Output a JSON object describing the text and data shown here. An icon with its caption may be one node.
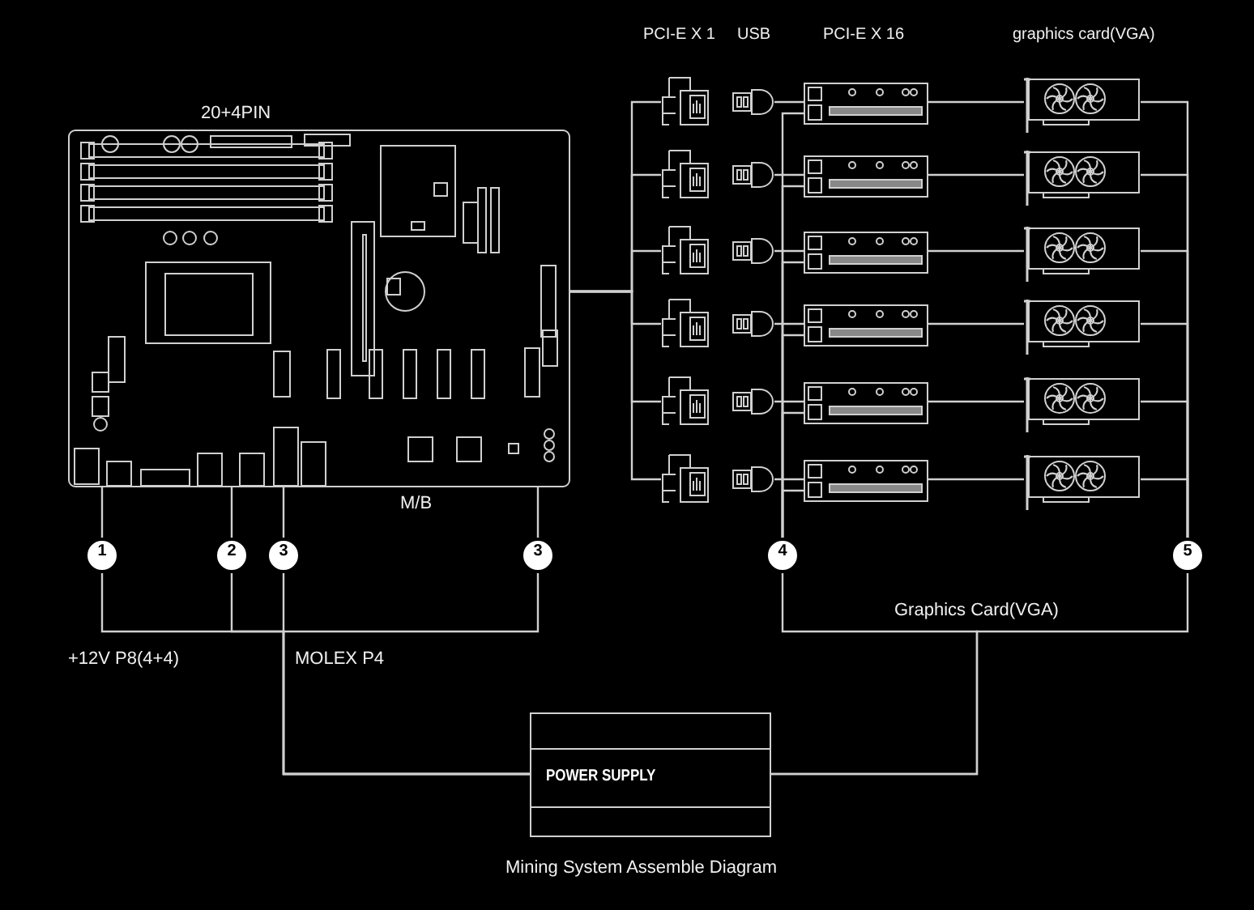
{
  "diagram": {
    "caption": "Mining System Assemble Diagram",
    "nodes": [
      {
        "text": [
          "M/B"
        ],
        "beside": [
          "20+4PIN"
        ]
      },
      {
        "text": [],
        "shape": "picture"
      },
      {
        "text": [],
        "shape": "picture"
      },
      {
        "text": [],
        "shape": "picture"
      },
      {
        "text": [],
        "shape": "picture"
      },
      {
        "text": [],
        "shape": "picture"
      },
      {
        "text": [],
        "shape": "picture"
      },
      {
        "text": [],
        "shape": "picture"
      },
      {
        "text": [],
        "shape": "picture"
      },
      {
        "text": [],
        "shape": "picture"
      },
      {
        "text": [],
        "shape": "picture"
      },
      {
        "text": [],
        "shape": "picture"
      },
      {
        "text": [],
        "shape": "picture"
      },
      {
        "text": [],
        "shape": "picture"
      },
      {
        "text": [],
        "shape": "picture"
      },
      {
        "text": [],
        "shape": "picture"
      },
      {
        "text": [],
        "shape": "picture"
      },
      {
        "text": [],
        "shape": "picture"
      },
      {
        "text": [],
        "shape": "picture"
      },
      {
        "text": [],
        "shape": "picture"
      },
      {
        "text": [],
        "shape": "picture"
      },
      {
        "text": [],
        "shape": "picture"
      },
      {
        "text": [],
        "shape": "picture"
      },
      {
        "text": [],
        "shape": "picture"
      },
      {
        "text": [],
        "shape": "picture"
      },
      {
        "text": [
          "1"
        ]
      },
      {
        "text": [
          "2"
        ]
      },
      {
        "text": [
          "3"
        ]
      },
      {
        "text": [
          "3"
        ]
      },
      {
        "text": [
          "4"
        ]
      },
      {
        "text": [
          "5"
        ]
      },
      {
        "text": [
          "POWER SUPPLY"
        ]
      }
    ],
    "edges": [
      {
        "from": 0,
        "to": 1,
        "arrow": "none"
      },
      {
        "from": 0,
        "to": 2,
        "arrow": "none"
      },
      {
        "from": 0,
        "to": 3,
        "arrow": "none"
      },
      {
        "from": 0,
        "to": 4,
        "arrow": "none"
      },
      {
        "from": 0,
        "to": 5,
        "arrow": "none"
      },
      {
        "from": 0,
        "to": 6,
        "arrow": "none"
      },
      {
        "from": 7,
        "to": 13,
        "arrow": "none"
      },
      {
        "from": 8,
        "to": 14,
        "arrow": "none"
      },
      {
        "from": 9,
        "to": 15,
        "arrow": "none"
      },
      {
        "from": 10,
        "to": 16,
        "arrow": "none"
      },
      {
        "from": 11,
        "to": 17,
        "arrow": "none"
      },
      {
        "from": 12,
        "to": 18,
        "arrow": "none"
      },
      {
        "from": 13,
        "to": 19,
        "arrow": "none"
      },
      {
        "from": 14,
        "to": 20,
        "arrow": "none"
      },
      {
        "from": 15,
        "to": 21,
        "arrow": "none"
      },
      {
        "from": 16,
        "to": 22,
        "arrow": "none"
      },
      {
        "from": 17,
        "to": 23,
        "arrow": "none"
      },
      {
        "from": 18,
        "to": 24,
        "arrow": "none"
      },
      {
        "from": 13,
        "to": 29,
        "arrow": "none"
      },
      {
        "from": 14,
        "to": 29,
        "arrow": "none"
      },
      {
        "from": 15,
        "to": 29,
        "arrow": "none"
      },
      {
        "from": 16,
        "to": 29,
        "arrow": "none"
      },
      {
        "from": 17,
        "to": 29,
        "arrow": "none"
      },
      {
        "from": 18,
        "to": 29,
        "arrow": "none"
      },
      {
        "from": 19,
        "to": 30,
        "arrow": "none"
      },
      {
        "from": 20,
        "to": 30,
        "arrow": "none"
      },
      {
        "from": 21,
        "to": 30,
        "arrow": "none"
      },
      {
        "from": 22,
        "to": 30,
        "arrow": "none"
      },
      {
        "from": 23,
        "to": 30,
        "arrow": "none"
      },
      {
        "from": 24,
        "to": 30,
        "arrow": "none"
      },
      {
        "from": 0,
        "to": 25,
        "arrow": "none"
      },
      {
        "from": 0,
        "to": 26,
        "arrow": "none"
      },
      {
        "from": 0,
        "to": 27,
        "arrow": "none"
      },
      {
        "from": 0,
        "to": 28,
        "arrow": "none"
      },
      {
        "from": 25,
        "to": 31,
        "arrow": "none"
      },
      {
        "from": 26,
        "to": 31,
        "arrow": "none"
      },
      {
        "from": 27,
        "to": 31,
        "arrow": "none"
      },
      {
        "from": 28,
        "to": 31,
        "arrow": "none"
      },
      {
        "from": 29,
        "to": 31,
        "arrow": "none"
      },
      {
        "from": 30,
        "to": 31,
        "arrow": "none"
      }
    ],
    "labels": [
      "PCI-E X 1",
      "USB",
      "PCI-E X 16",
      "graphics card(VGA)",
      "+12V P8(4+4)",
      "MOLEX P4",
      "Graphics Card(VGA)"
    ]
  }
}
